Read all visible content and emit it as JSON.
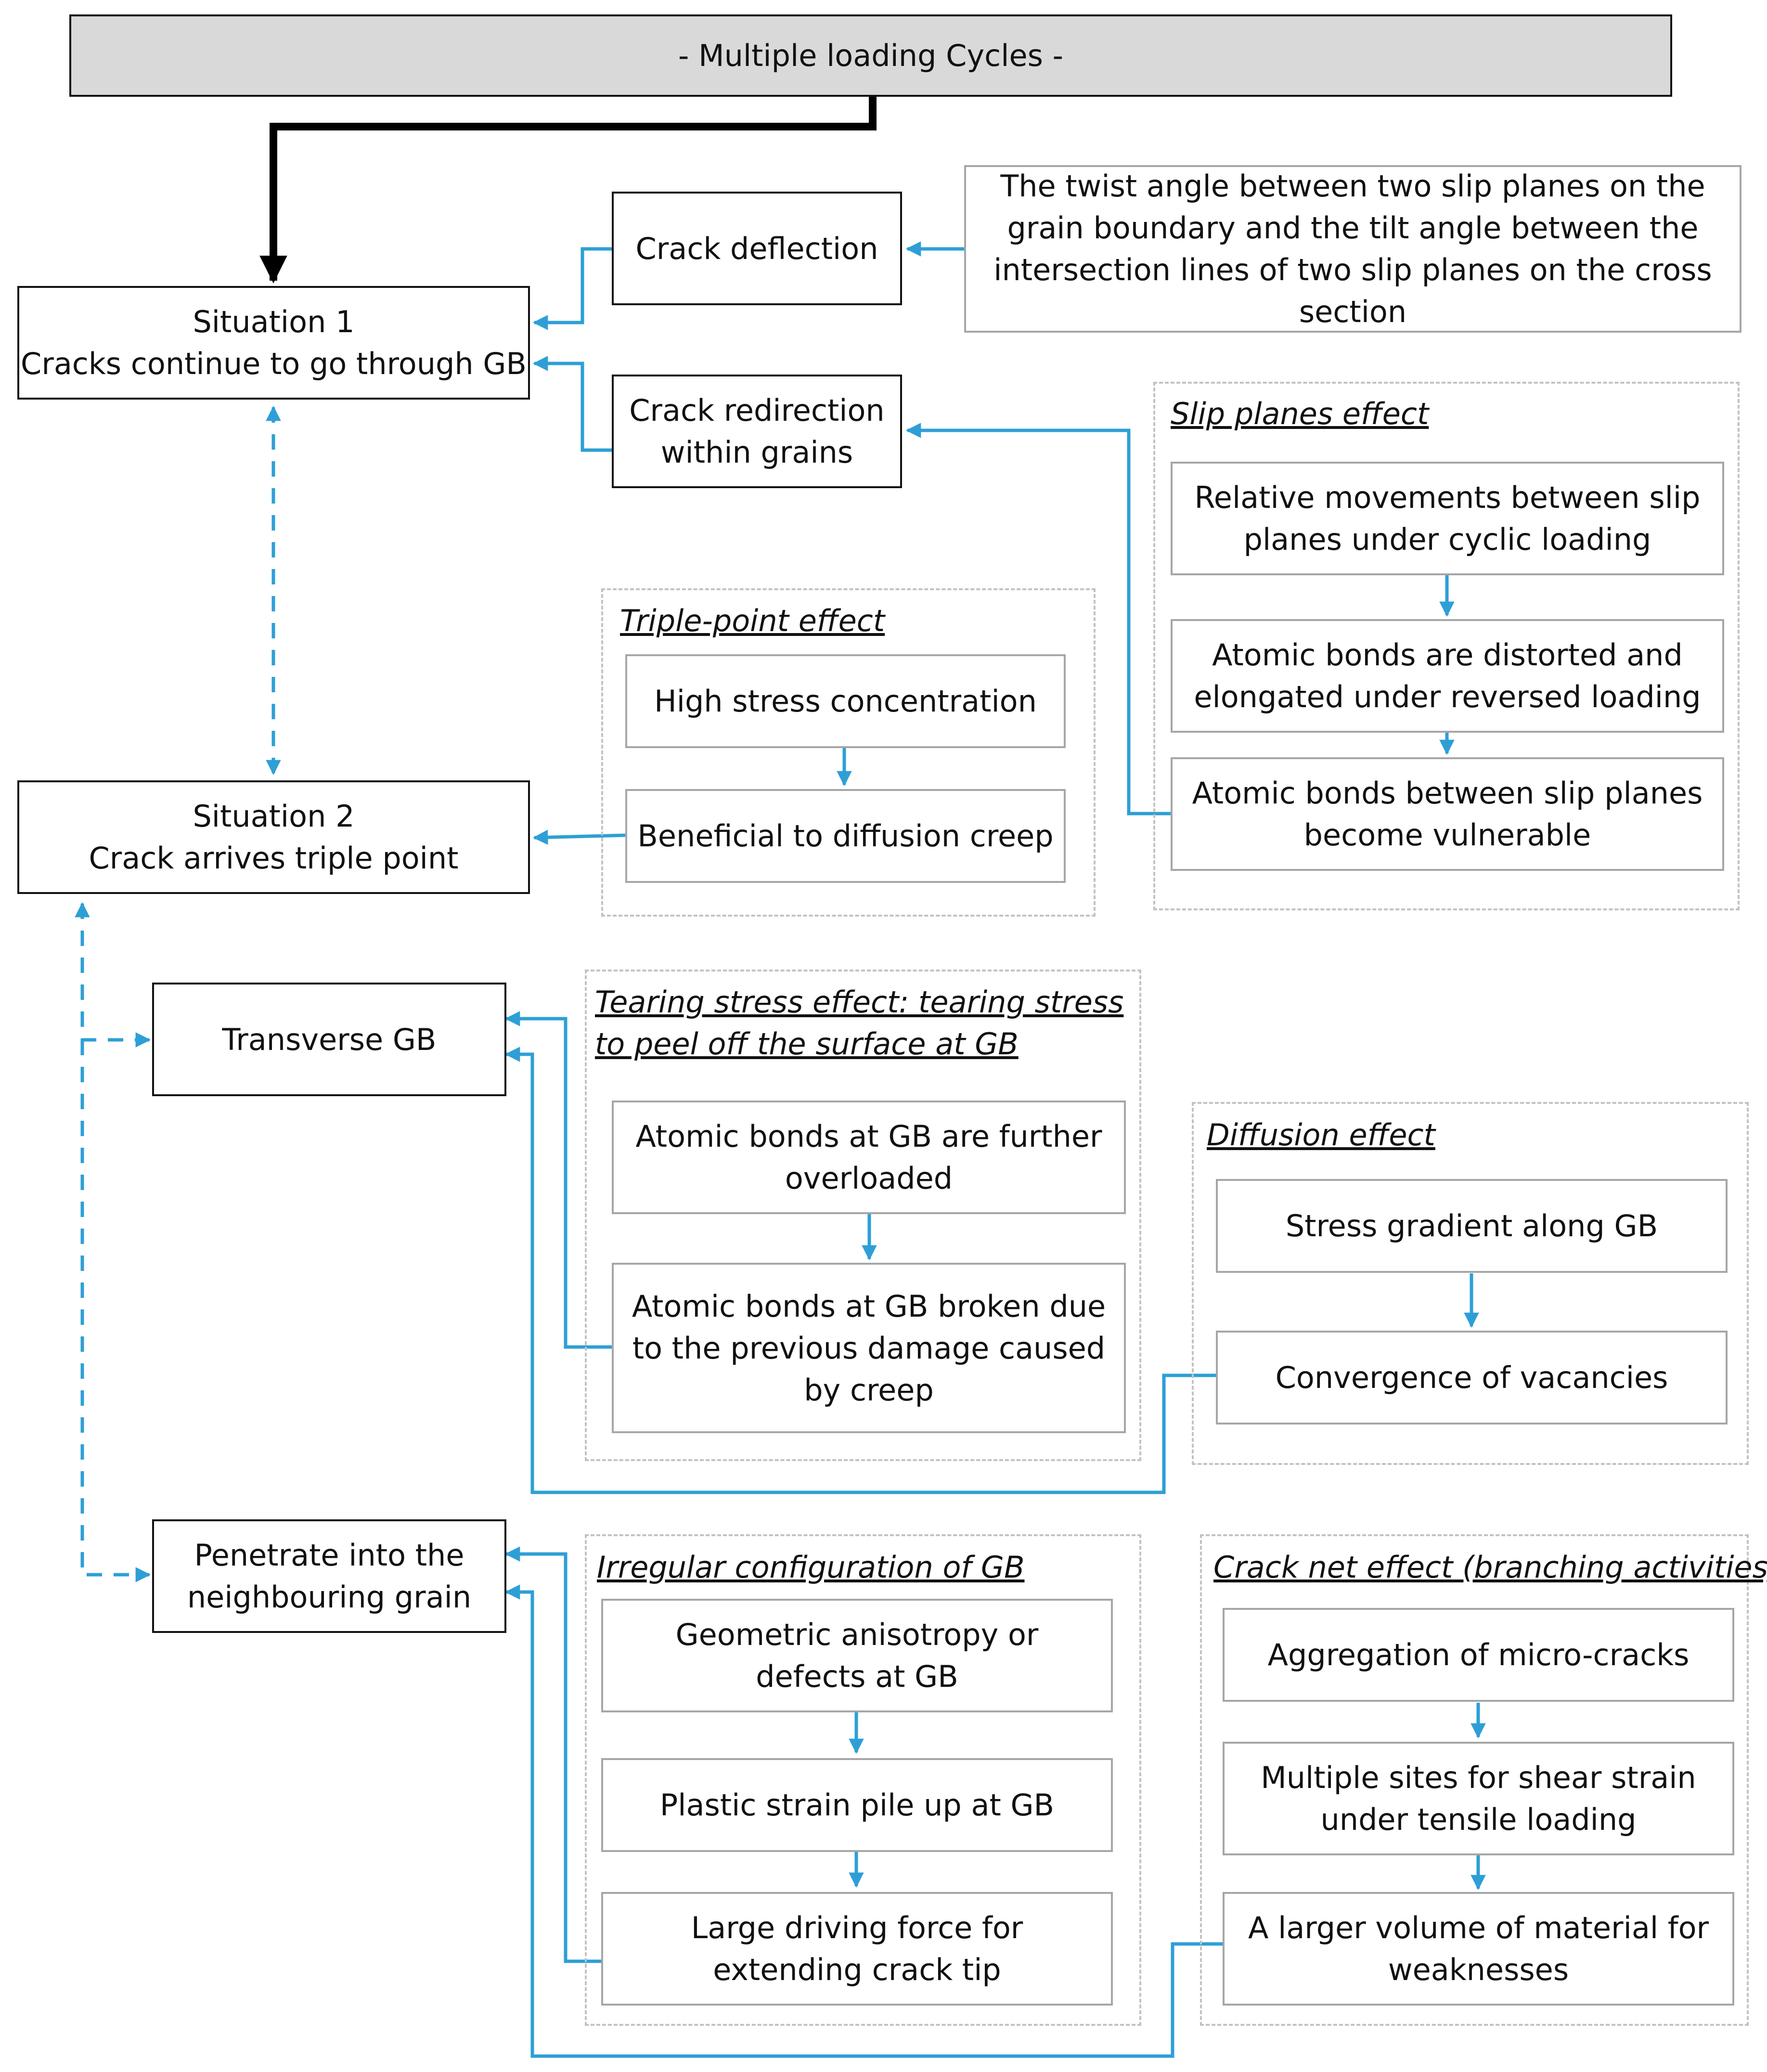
{
  "colors": {
    "flow": "#2e9fd6",
    "main_arrow": "#000000",
    "header_fill": "#d9d9d9",
    "group_border": "#c2c2c2"
  },
  "header": {
    "label": "- Multiple loading Cycles -"
  },
  "situation1": {
    "title": "Situation 1",
    "subtitle": "Cracks continue to go through GB"
  },
  "situation2": {
    "title": "Situation 2",
    "subtitle": "Crack arrives triple point"
  },
  "crack_deflection": {
    "label": "Crack deflection"
  },
  "twist_angle": {
    "label": "The twist angle between two slip planes on the grain boundary and the tilt angle between the intersection lines of two slip planes on the cross section"
  },
  "crack_redirection": {
    "label": "Crack redirection within grains"
  },
  "slip_planes": {
    "title": "Slip planes effect",
    "steps": [
      "Relative movements between slip planes under cyclic loading",
      "Atomic bonds are distorted and elongated under reversed loading",
      "Atomic bonds between slip planes become vulnerable"
    ]
  },
  "triple_point": {
    "title": "Triple-point effect",
    "steps": [
      "High stress concentration",
      "Beneficial to diffusion creep"
    ]
  },
  "transverse_gb": {
    "label": "Transverse GB"
  },
  "tearing": {
    "title": "Tearing stress effect: tearing stress to peel off the surface at GB",
    "steps": [
      "Atomic bonds at GB are further overloaded",
      "Atomic bonds at GB broken due to the previous damage caused by creep"
    ]
  },
  "diffusion": {
    "title": "Diffusion effect",
    "steps": [
      "Stress gradient along GB",
      "Convergence of vacancies"
    ]
  },
  "penetrate": {
    "label": "Penetrate into the neighbouring grain"
  },
  "irregular": {
    "title": "Irregular configuration of GB",
    "steps": [
      "Geometric anisotropy or defects at GB",
      "Plastic strain pile up at GB",
      "Large driving force for extending crack tip"
    ]
  },
  "crack_net": {
    "title": "Crack net effect (branching activities)",
    "steps": [
      "Aggregation of micro-cracks",
      "Multiple sites for shear strain under tensile loading",
      "A larger volume of material for weaknesses"
    ]
  }
}
